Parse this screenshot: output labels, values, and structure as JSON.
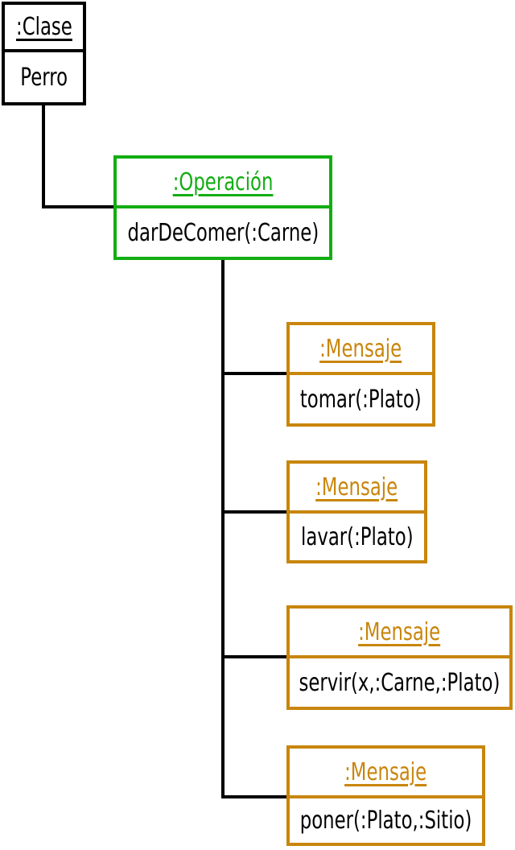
{
  "diagram": {
    "clase": {
      "title": ":Clase",
      "body": "Perro"
    },
    "operacion": {
      "title": ":Operación",
      "body": "darDeComer(:Carne)"
    },
    "mensajes": [
      {
        "title": ":Mensaje",
        "body": "tomar(:Plato)"
      },
      {
        "title": ":Mensaje",
        "body": "lavar(:Plato)"
      },
      {
        "title": ":Mensaje",
        "body": "servir(x,:Carne,:Plato)"
      },
      {
        "title": ":Mensaje",
        "body": "poner(:Plato,:Sitio)"
      }
    ]
  },
  "colors": {
    "clase": "#000000",
    "operacion": "#12ad12",
    "mensaje": "#c8860d",
    "line": "#000000",
    "background": "#ffffff",
    "body_text": "#000000"
  }
}
